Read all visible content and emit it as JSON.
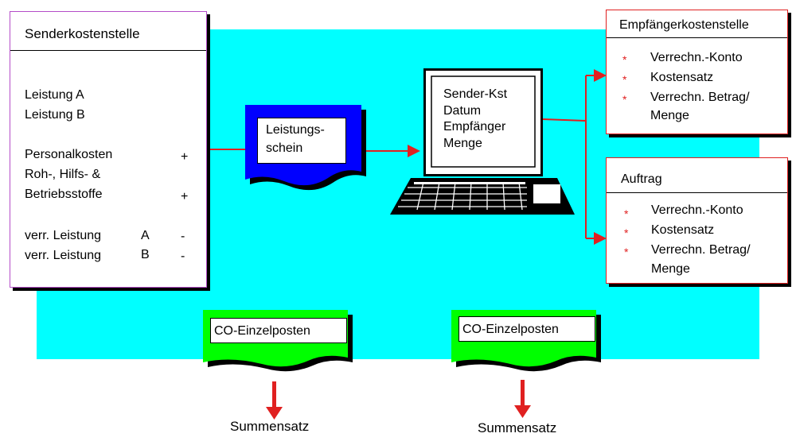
{
  "sender": {
    "title": "Senderkostenstelle",
    "leistung_a": "Leistung A",
    "leistung_b": "Leistung B",
    "personalkosten": "Personalkosten",
    "plus1": "+",
    "roh_line1": "Roh-, Hilfs- &",
    "roh_line2": "Betriebsstoffe",
    "plus2": "+",
    "verr1": "verr. Leistung",
    "verr1_code": "A",
    "minus1": "-",
    "verr2": "verr. Leistung",
    "verr2_code": "B",
    "minus2": "-"
  },
  "leistungsschein": {
    "line1": "Leistungs-",
    "line2": "schein"
  },
  "computer": {
    "line1": "Sender-Kst",
    "line2": "Datum",
    "line3": "Empfänger",
    "line4": "Menge"
  },
  "receiver1": {
    "title": "Empfängerkostenstelle",
    "star": "*",
    "item1": "Verrechn.-Konto",
    "item2": "Kostensatz",
    "item3_line1": "Verrechn. Betrag/",
    "item3_line2": "Menge"
  },
  "receiver2": {
    "title": "Auftrag",
    "star": "*",
    "item1": "Verrechn.-Konto",
    "item2": "Kostensatz",
    "item3_line1": "Verrechn. Betrag/",
    "item3_line2": "Menge"
  },
  "co_doc1": {
    "label": "CO-Einzelposten"
  },
  "co_doc2": {
    "label": "CO-Einzelposten"
  },
  "summen1": {
    "label": "Summensatz"
  },
  "summen2": {
    "label": "Summensatz"
  },
  "colors": {
    "cyan": "#00ffff",
    "blue_doc": "#0000ff",
    "green_doc": "#00ff00",
    "arrow": "#e02020",
    "sender_border": "#b44cc8"
  }
}
